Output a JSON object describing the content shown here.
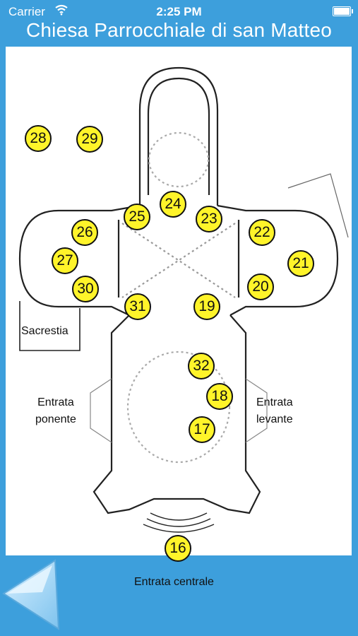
{
  "status_bar": {
    "carrier": "Carrier",
    "time": "2:25 PM"
  },
  "header": {
    "title": "Chiesa Parrocchiale di san Matteo"
  },
  "map": {
    "labels": {
      "sacrestia": "Sacrestia",
      "entrata_ponente_line1": "Entrata",
      "entrata_ponente_line2": "ponente",
      "entrata_levante_line1": "Entrata",
      "entrata_levante_line2": "levante",
      "entrata_centrale": "Entrata centrale"
    },
    "markers": [
      "28",
      "29",
      "24",
      "25",
      "23",
      "26",
      "22",
      "27",
      "21",
      "30",
      "20",
      "31",
      "19",
      "32",
      "18",
      "17",
      "16"
    ]
  },
  "colors": {
    "background": "#3d9fdc",
    "marker_fill": "#fff42a",
    "marker_border": "#111111"
  },
  "icons": {
    "back": "back-arrow-icon",
    "wifi": "wifi-icon",
    "battery": "battery-icon"
  }
}
